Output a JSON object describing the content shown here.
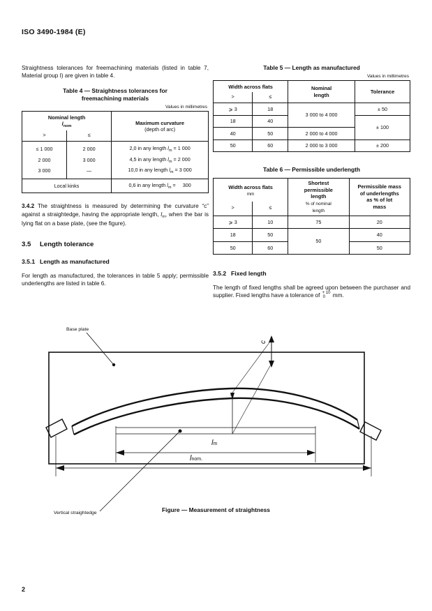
{
  "document": {
    "header": "ISO 3490-1984 (E)",
    "page_number": "2"
  },
  "left_column": {
    "intro_paragraph": "Straightness tolerances for freemachining materials (listed in table 7, Material group I) are given in table 4.",
    "table4": {
      "title_line1": "Table 4  —  Straightness tolerances for",
      "title_line2": "freemachining materials",
      "units_note": "Values in millimetres",
      "header_nominal_length": "Nominal length",
      "header_nominal_symbol": "l",
      "header_nominal_subscript": "nom",
      "header_gt": ">",
      "header_le": "≤",
      "header_max_curvature_line1": "Maximum curvature",
      "header_max_curvature_line2": "(depth of arc)",
      "rows": [
        {
          "from": "≤  1 000",
          "to": "2 000",
          "curvature_value": "2,0",
          "curvature_text": "in any length",
          "curvature_symbol": "l",
          "curvature_sub": "m",
          "curvature_eq": "=",
          "curvature_length": "1 000"
        },
        {
          "from": "2 000",
          "to": "3 000",
          "curvature_value": "4,5",
          "curvature_text": "in any length",
          "curvature_symbol": "l",
          "curvature_sub": "m",
          "curvature_eq": "=",
          "curvature_length": "2 000"
        },
        {
          "from": "3 000",
          "to": "—",
          "curvature_value": "10,0",
          "curvature_text": "in any length",
          "curvature_symbol": "l",
          "curvature_sub": "m",
          "curvature_eq": "=",
          "curvature_length": "3 000"
        }
      ],
      "local_kinks_label": "Local kinks",
      "local_kinks_value": "0,6",
      "local_kinks_text": "in any length",
      "local_kinks_symbol": "l",
      "local_kinks_sub": "m",
      "local_kinks_eq": "=",
      "local_kinks_length": "300"
    },
    "clause_342": {
      "number": "3.4.2",
      "text": "The straightness is measured by determining the curvature “c” against a straightedge, having the appropriate length, l<sub>m</sub>, when the bar is lying flat on a base plate, (see the figure).",
      "text_part1": "The straightness is measured by determining the curvature “c” against a straightedge, having the appropriate length, ",
      "symbol": "l",
      "symbol_sub": "m",
      "text_part2": ", when the bar is lying flat on a base plate, (see the figure)."
    },
    "clause_35": {
      "number": "3.5",
      "title": "Length tolerance"
    },
    "clause_351": {
      "number": "3.5.1",
      "title": "Length as manufactured",
      "text": "For length as manufactured, the tolerances in table 5 apply; permissible underlengths are listed in table 6."
    }
  },
  "right_column": {
    "table5": {
      "title": "Table 5  —  Length as manufactured",
      "units_note": "Values in millimetres",
      "header_width_across_flats": "Width across flats",
      "header_gt": ">",
      "header_le": "≤",
      "header_nominal_length_line1": "Nominal",
      "header_nominal_length_line2": "length",
      "header_tolerance": "Tolerance",
      "rows": [
        {
          "from": "⩾  3",
          "to": "18",
          "nominal_length": "3 000 to 4 000",
          "tolerance": "± 50"
        },
        {
          "from": "18",
          "to": "40",
          "nominal_length": "",
          "tolerance": "± 100"
        },
        {
          "from": "40",
          "to": "50",
          "nominal_length": "2 000 to 4 000",
          "tolerance": ""
        },
        {
          "from": "50",
          "to": "60",
          "nominal_length": "2 000 to 3 000",
          "tolerance": "± 200"
        }
      ]
    },
    "table6": {
      "title": "Table 6  —  Permissible underlength",
      "header_width_across_flats": "Width across flats",
      "header_width_units": "mm",
      "header_gt": ">",
      "header_le": "≤",
      "header_shortest_line1": "Shortest",
      "header_shortest_line2": "permissible",
      "header_shortest_line3": "length",
      "header_shortest_note1": "% of nominal",
      "header_shortest_note2": "length",
      "header_mass_line1": "Permissible mass",
      "header_mass_line2": "of underlengths",
      "header_mass_line3": "as % of lot",
      "header_mass_line4": "mass",
      "rows": [
        {
          "from": "⩾  3",
          "to": "10",
          "shortest": "75",
          "mass": "20"
        },
        {
          "from": "18",
          "to": "50",
          "shortest": "50",
          "mass": "40"
        },
        {
          "from": "50",
          "to": "60",
          "shortest": "",
          "mass": "50"
        }
      ]
    },
    "clause_352": {
      "number": "3.5.2",
      "title": "Fixed length",
      "text_part1": "The length of fixed lengths shall be agreed upon between the purchaser and supplier. Fixed lengths have a tolerance of ",
      "tolerance_plus": "+ 10",
      "tolerance_minus": "0",
      "text_part2": " mm."
    }
  },
  "figure": {
    "caption": "Figure  —  Measurement of straightness",
    "label_base_plate": "Base plate",
    "label_vertical_straightedge": "Vertical straightedge",
    "label_c": "c",
    "label_lm_symbol": "l",
    "label_lm_sub": "m",
    "label_lnom_symbol": "l",
    "label_lnom_sub": "nom."
  }
}
